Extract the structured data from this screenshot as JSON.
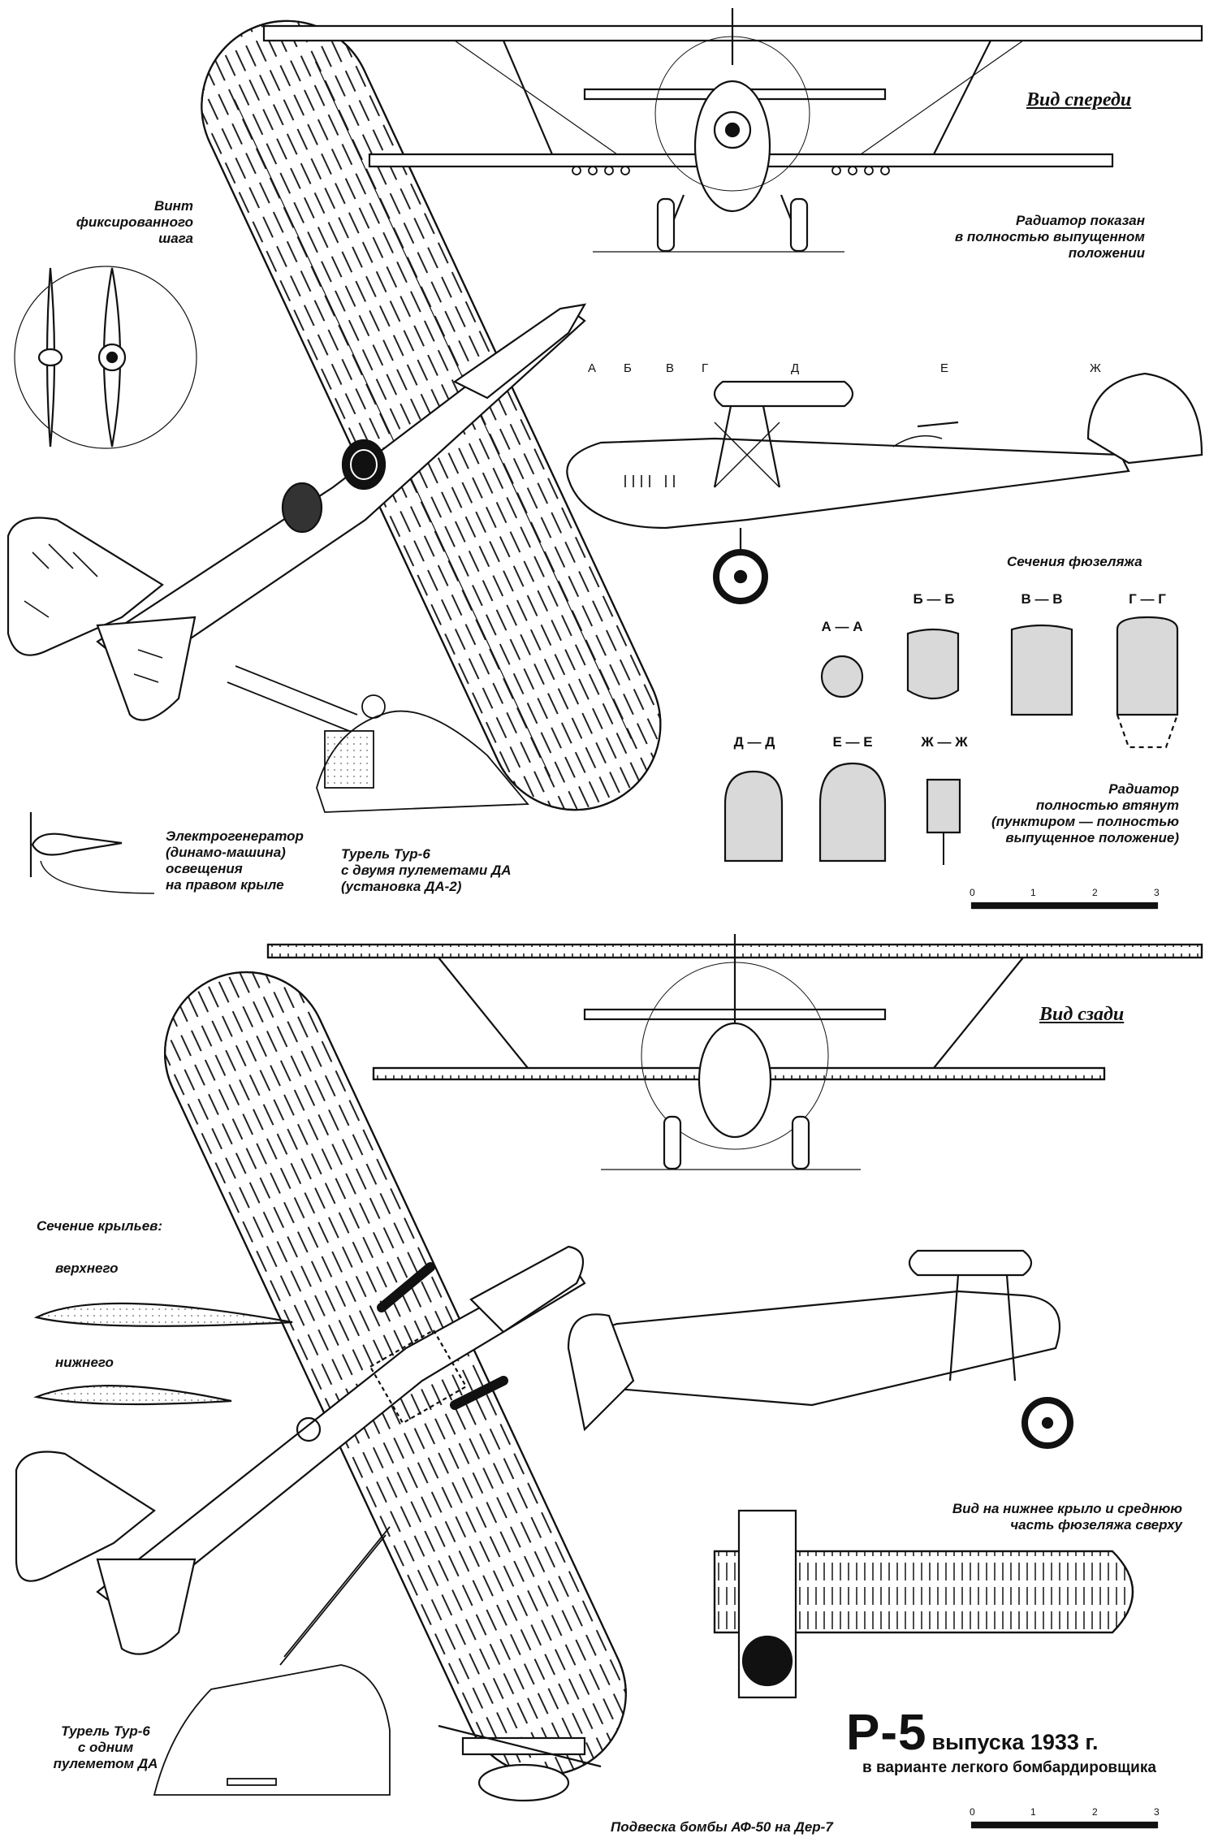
{
  "views": {
    "front": "Вид спереди",
    "rear": "Вид сзади"
  },
  "labels": {
    "propeller": "Винт\nфиксированного\nшага",
    "radiator_extended": "Радиатор показан\nв полностью выпущенном\nположении",
    "fuselage_sections": "Сечения фюзеляжа",
    "radiator_retracted": "Радиатор\nполностью втянут\n(пунктиром — полностью\nвыпущенное положение)",
    "generator": "Электрогенератор\n(динамо-машина)\nосвещения\nна правом крыле",
    "turret_two": "Турель Тур-6\nс двумя пулеметами ДА\n(установка ДА-2)",
    "wing_sections": "Сечение крыльев:",
    "upper": "верхнего",
    "lower": "нижнего",
    "lower_wing_view": "Вид на нижнее крыло и среднюю\nчасть фюзеляжа сверху",
    "turret_one": "Турель Тур-6\nс одним\nпулеметом ДА",
    "bomb_rack": "Подвеска бомбы АФ-50 на Дер-7"
  },
  "stations": [
    "А",
    "Б",
    "В",
    "Г",
    "Д",
    "Е",
    "Ж"
  ],
  "sections": [
    "А — А",
    "Б — Б",
    "В — В",
    "Г — Г",
    "Д — Д",
    "Е — Е",
    "Ж — Ж"
  ],
  "scale": [
    "0",
    "1",
    "2",
    "3"
  ],
  "title": {
    "name": "Р-5",
    "year": "выпуска 1933 г.",
    "subtitle": "в варианте легкого бомбардировщика"
  },
  "colors": {
    "ink": "#111111",
    "paper": "#ffffff",
    "section_fill": "#d9d9d9"
  }
}
